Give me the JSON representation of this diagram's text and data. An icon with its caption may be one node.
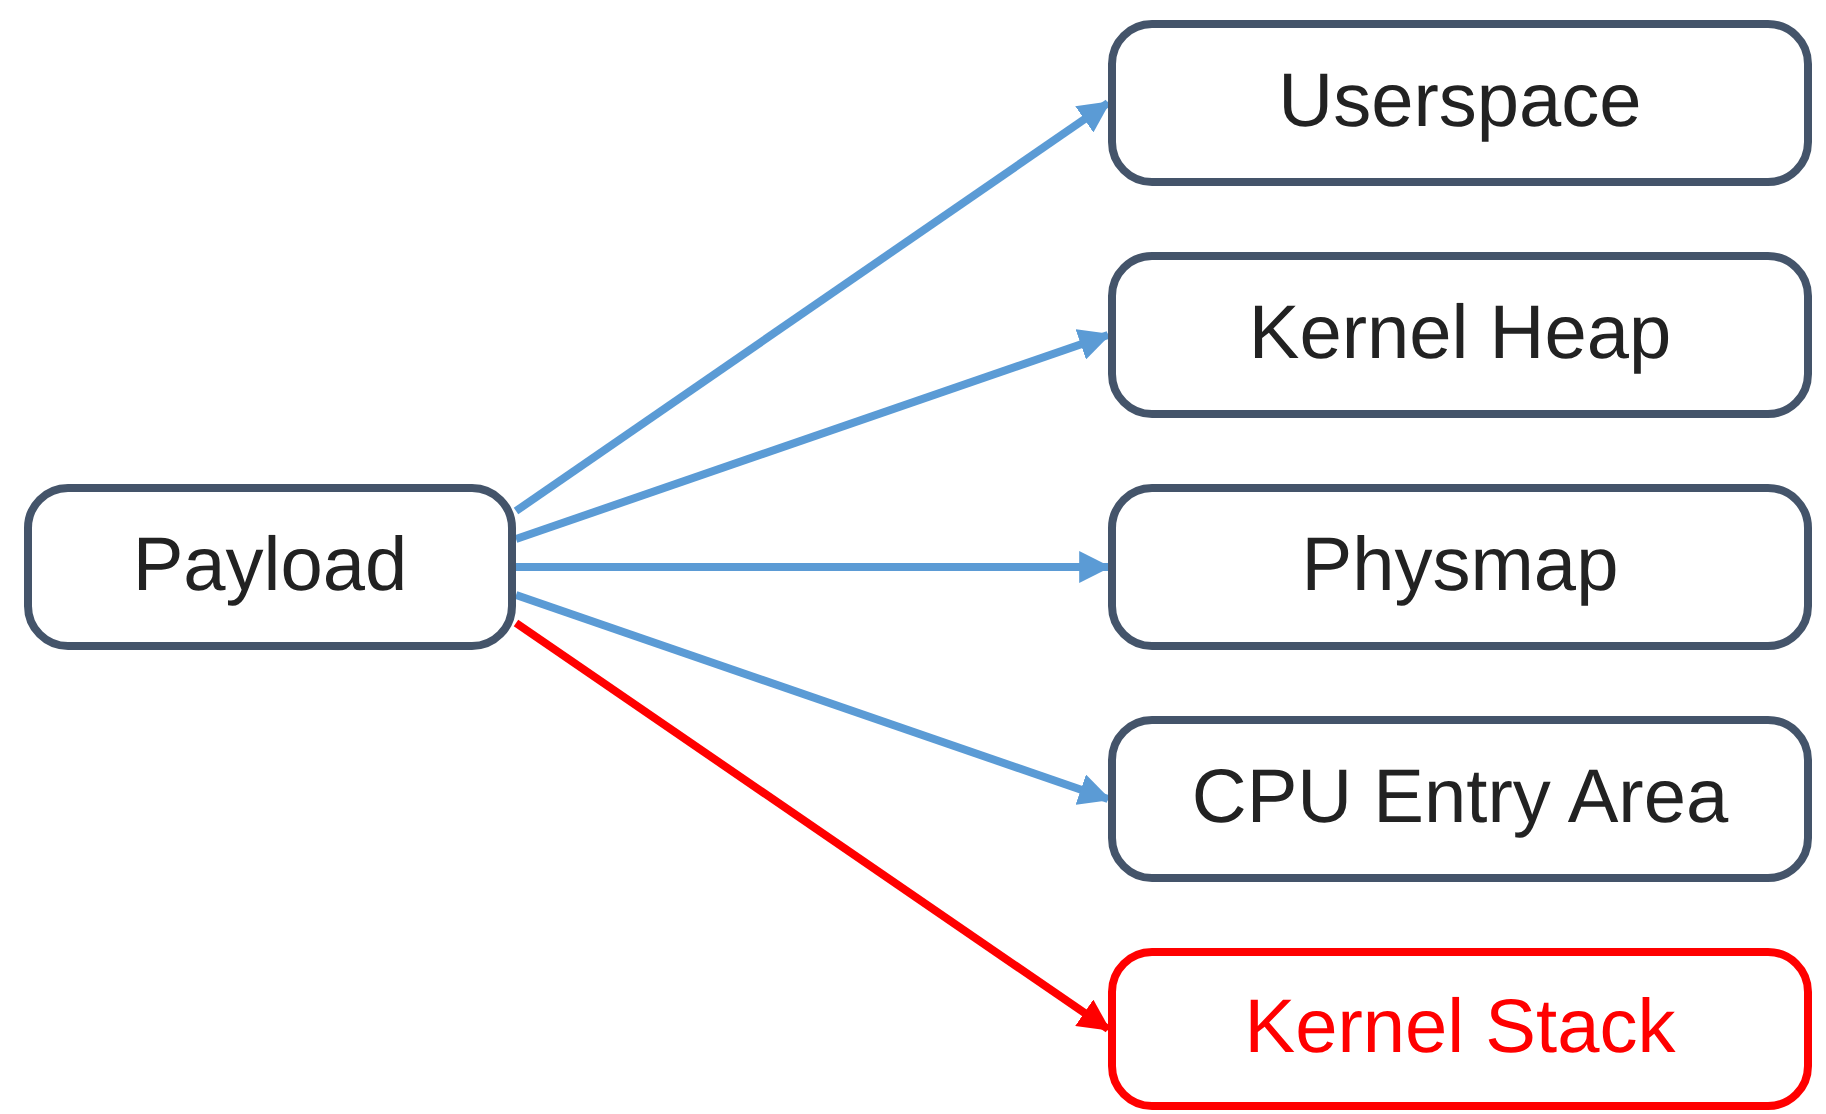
{
  "diagram": {
    "nodes": [
      {
        "text": [
          "Payload"
        ]
      },
      {
        "text": [
          "Userspace"
        ]
      },
      {
        "text": [
          "Kernel Heap"
        ]
      },
      {
        "text": [
          "Physmap"
        ]
      },
      {
        "text": [
          "CPU Entry Area"
        ]
      },
      {
        "text": [
          "Kernel Stack"
        ]
      }
    ],
    "edges": [
      {
        "from": 0,
        "to": 1,
        "arrow": "to"
      },
      {
        "from": 0,
        "to": 2,
        "arrow": "to"
      },
      {
        "from": 0,
        "to": 3,
        "arrow": "to"
      },
      {
        "from": 0,
        "to": 4,
        "arrow": "to"
      },
      {
        "from": 0,
        "to": 5,
        "arrow": "to",
        "color": "#ff0000"
      }
    ]
  }
}
